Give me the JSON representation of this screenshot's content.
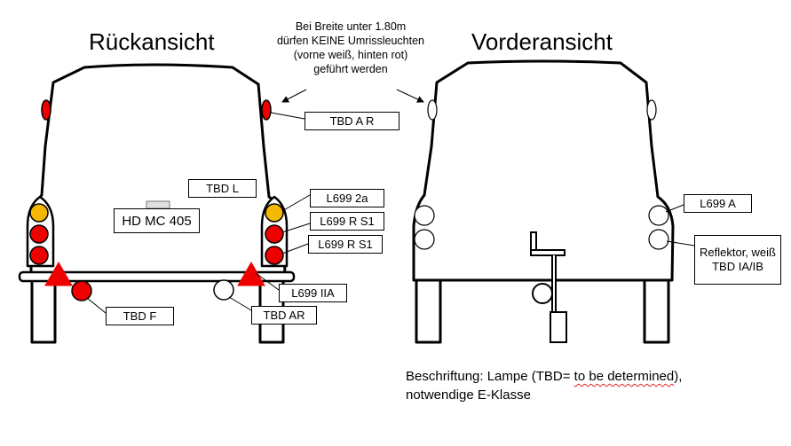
{
  "titles": {
    "rear": "Rückansicht",
    "front": "Vorderansicht"
  },
  "note": {
    "lines": [
      "Bei Breite unter 1.80m",
      "dürfen KEINE Umrissleuchten",
      "(vorne weiß, hinten rot)",
      "geführt werden"
    ]
  },
  "labels": {
    "tbd_a_r": "TBD A R",
    "tbd_l": "TBD L",
    "plate": "HD MC 405",
    "l699_2a": "L699 2a",
    "l699_r_s1_a": "L699 R S1",
    "l699_r_s1_b": "L699 R S1",
    "l699_iia": "L699 IIA",
    "tbd_f": "TBD F",
    "tbd_ar": "TBD AR",
    "l699_a": "L699 A",
    "reflektor": "Reflektor, weiß TBD IA/IB"
  },
  "caption": {
    "line1_prefix": "Beschriftung: Lampe (TBD= ",
    "line1_marked": "to be determined",
    "line1_suffix": "),",
    "line2": "notwendige E-Klasse"
  },
  "colors": {
    "red": "#ee0000",
    "amber": "#f5b800",
    "white": "#ffffff",
    "outline": "#000000"
  }
}
